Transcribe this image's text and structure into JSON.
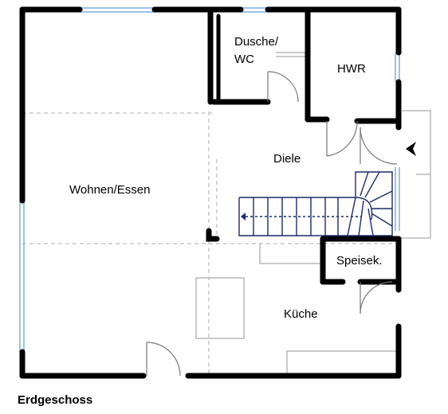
{
  "rooms": {
    "wohnen": "Wohnen/Essen",
    "dusche_line1": "Dusche/",
    "dusche_line2": "WC",
    "hwr": "HWR",
    "diele": "Diele",
    "speisek": "Speisek.",
    "kueche": "Küche"
  },
  "caption": "Erdgeschoss",
  "colors": {
    "wall": "#000000",
    "window": "#9cc3e8",
    "stairs": "#1d2b6b",
    "lines": "#b8b8b8"
  }
}
